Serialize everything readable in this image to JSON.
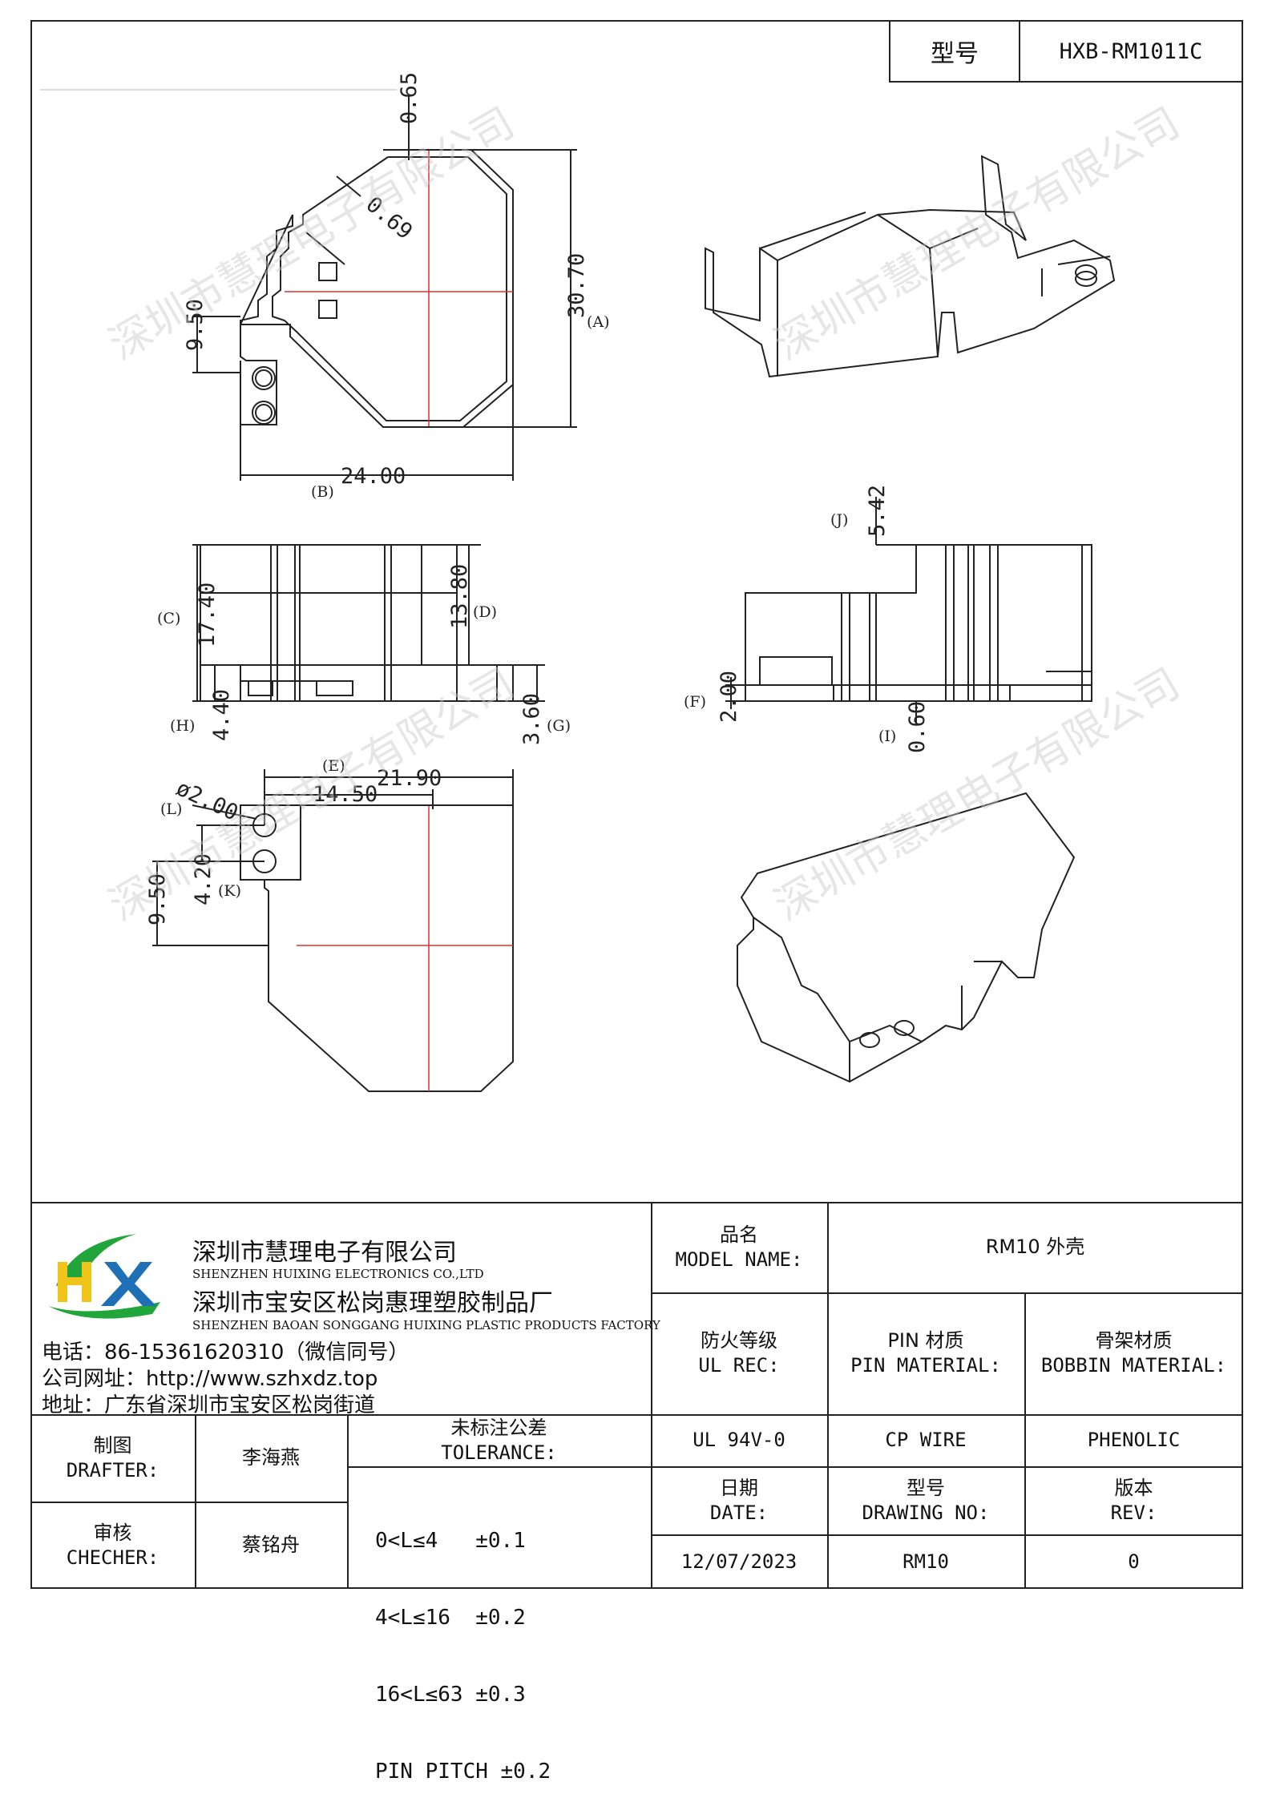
{
  "header": {
    "model_label": "型号",
    "model_value": "HXB-RM1011C"
  },
  "dimensions": {
    "top_view": {
      "a": "0.65",
      "b": "0.69",
      "c": "30.70",
      "c_tag": "(A)",
      "d": "9.50",
      "e": "24.00",
      "e_tag": "(B)"
    },
    "front_view": {
      "h1": "17.40",
      "h1_tag": "(C)",
      "h2": "13.80",
      "h2_tag": "(D)",
      "h3": "4.40",
      "h3_tag": "(H)",
      "h4": "3.60",
      "h4_tag": "(G)"
    },
    "side_view": {
      "j": "5.42",
      "j_tag": "(J)",
      "f": "2.00",
      "f_tag": "(F)",
      "i": "0.60",
      "i_tag": "(I)"
    },
    "bottom_view": {
      "w1": "21.90",
      "w1_tag": "(E)",
      "w2": "14.50",
      "dia": "ø2.00",
      "dia_tag": "(L)",
      "pitch": "4.20",
      "pitch_tag": "(K)",
      "off": "9.50"
    }
  },
  "watermark": "深圳市慧理电子有限公司",
  "company": {
    "name_cn": "深圳市慧理电子有限公司",
    "name_en": "SHENZHEN HUIXING ELECTRONICS CO.,LTD",
    "factory_cn": "深圳市宝安区松岗惠理塑胶制品厂",
    "factory_en": "SHENZHEN BAOAN SONGGANG HUIXING PLASTIC PRODUCTS FACTORY",
    "phone": "电话：86-15361620310（微信同号）",
    "website": "公司网址：http://www.szhxdz.top",
    "address": "地址：广东省深圳市宝安区松岗街道",
    "logo_letters": "HX",
    "logo_green": "#22a63c",
    "logo_yellow": "#f0c419",
    "logo_blue": "#1f6fb5"
  },
  "title_block": {
    "model_name_cn": "品名",
    "model_name_en": "MODEL NAME:",
    "model_name_value": "RM10 外壳",
    "ul_cn": "防火等级",
    "ul_en": "UL REC:",
    "ul_value": "UL 94V-0",
    "pin_cn": "PIN 材质",
    "pin_en": "PIN MATERIAL:",
    "pin_value": "CP WIRE",
    "bobbin_cn": "骨架材质",
    "bobbin_en": "BOBBIN MATERIAL:",
    "bobbin_value": "PHENOLIC",
    "drafter_cn": "制图",
    "drafter_en": "DRAFTER:",
    "drafter_value": "李海燕",
    "checker_cn": "审核",
    "checker_en": "CHECHER:",
    "checker_value": "蔡铭舟",
    "tol_cn": "未标注公差",
    "tol_en": "TOLERANCE:",
    "tol_lines": [
      "0<L≤4   ±0.1",
      "4<L≤16  ±0.2",
      "16<L≤63 ±0.3",
      "PIN PITCH ±0.2"
    ],
    "date_cn": "日期",
    "date_en": "DATE:",
    "date_value": "12/07/2023",
    "dwg_cn": "型号",
    "dwg_en": "DRAWING NO:",
    "dwg_value": "RM10",
    "rev_cn": "版本",
    "rev_en": "REV:",
    "rev_value": "0"
  }
}
